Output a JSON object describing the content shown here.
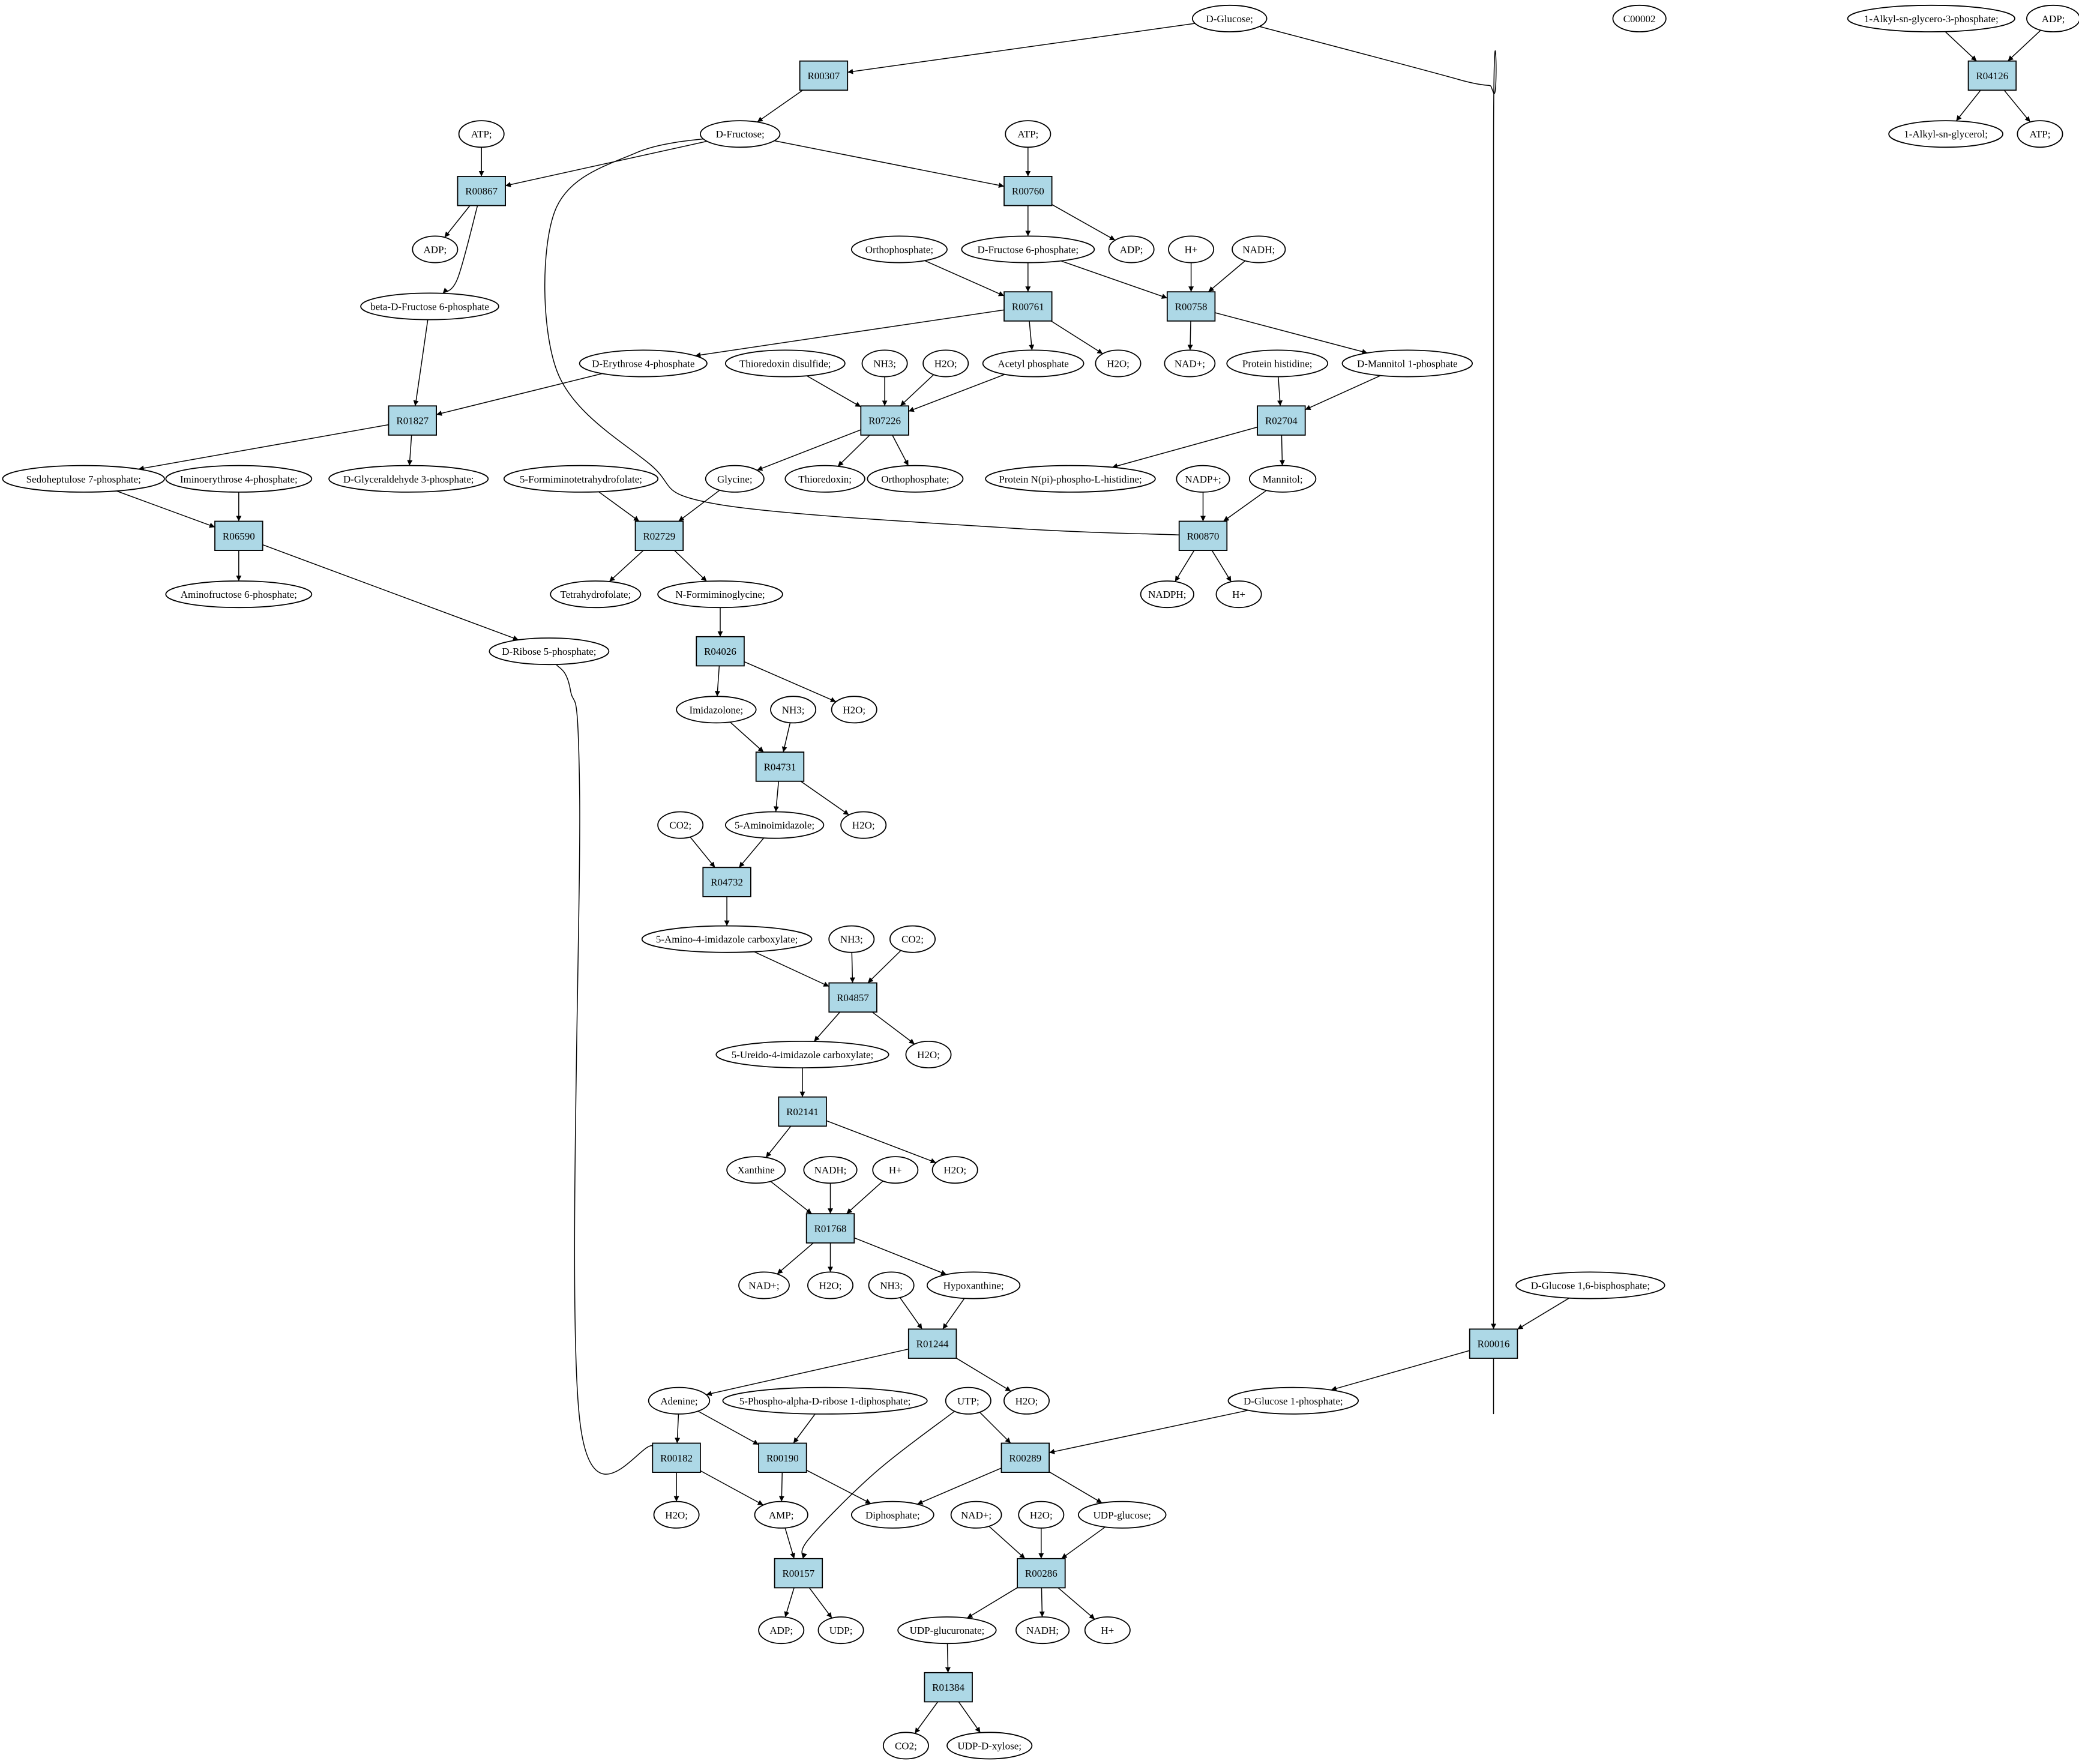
{
  "colors": {
    "reaction_fill": "#add8e6",
    "metabolite_fill": "#ffffff",
    "start_fill": "#00ff00",
    "isolated_fill": "#ffff00",
    "stroke": "#000000"
  },
  "nodes": {
    "dglucose": {
      "label": "D-Glucose;",
      "kind": "start"
    },
    "c00002": {
      "label": "C00002",
      "kind": "isolated"
    },
    "alkyl3p": {
      "label": "1-Alkyl-sn-glycero-3-phosphate;",
      "kind": "metabolite"
    },
    "adp_a": {
      "label": "ADP;",
      "kind": "metabolite"
    },
    "R04126": {
      "label": "R04126",
      "kind": "reaction"
    },
    "alkylgly": {
      "label": "1-Alkyl-sn-glycerol;",
      "kind": "metabolite"
    },
    "atp_a": {
      "label": "ATP;",
      "kind": "metabolite"
    },
    "R00307": {
      "label": "R00307",
      "kind": "reaction"
    },
    "dfructose": {
      "label": "D-Fructose;",
      "kind": "metabolite"
    },
    "atp1": {
      "label": "ATP;",
      "kind": "metabolite"
    },
    "atp2": {
      "label": "ATP;",
      "kind": "metabolite"
    },
    "R00867": {
      "label": "R00867",
      "kind": "reaction"
    },
    "R00760": {
      "label": "R00760",
      "kind": "reaction"
    },
    "adp1": {
      "label": "ADP;",
      "kind": "metabolite"
    },
    "adp2": {
      "label": "ADP;",
      "kind": "metabolite"
    },
    "bdf6p": {
      "label": "beta-D-Fructose 6-phosphate",
      "kind": "metabolite"
    },
    "df6p": {
      "label": "D-Fructose 6-phosphate;",
      "kind": "metabolite"
    },
    "orthoA": {
      "label": "Orthophosphate;",
      "kind": "metabolite"
    },
    "hplus1": {
      "label": "H+",
      "kind": "metabolite"
    },
    "nadh1": {
      "label": "NADH;",
      "kind": "metabolite"
    },
    "R00761": {
      "label": "R00761",
      "kind": "reaction"
    },
    "R00758": {
      "label": "R00758",
      "kind": "reaction"
    },
    "de4p": {
      "label": "D-Erythrose 4-phosphate",
      "kind": "metabolite"
    },
    "thiodis": {
      "label": "Thioredoxin disulfide;",
      "kind": "metabolite"
    },
    "nh3a": {
      "label": "NH3;",
      "kind": "metabolite"
    },
    "h2oa": {
      "label": "H2O;",
      "kind": "metabolite"
    },
    "acetylp": {
      "label": "Acetyl phosphate",
      "kind": "metabolite"
    },
    "h2ob": {
      "label": "H2O;",
      "kind": "metabolite"
    },
    "nadplus1": {
      "label": "NAD+;",
      "kind": "metabolite"
    },
    "prothis": {
      "label": "Protein histidine;",
      "kind": "metabolite"
    },
    "dmannitol1p": {
      "label": "D-Mannitol 1-phosphate",
      "kind": "metabolite"
    },
    "R01827": {
      "label": "R01827",
      "kind": "reaction"
    },
    "R07226": {
      "label": "R07226",
      "kind": "reaction"
    },
    "R02704": {
      "label": "R02704",
      "kind": "reaction"
    },
    "sedo7p": {
      "label": "Sedoheptulose 7-phosphate;",
      "kind": "metabolite"
    },
    "imino4p": {
      "label": "Iminoerythrose 4-phosphate;",
      "kind": "metabolite"
    },
    "dg3p": {
      "label": "D-Glyceraldehyde 3-phosphate;",
      "kind": "metabolite"
    },
    "formthf": {
      "label": "5-Formiminotetrahydrofolate;",
      "kind": "metabolite"
    },
    "glycine": {
      "label": "Glycine;",
      "kind": "metabolite"
    },
    "thioredoxin": {
      "label": "Thioredoxin;",
      "kind": "metabolite"
    },
    "orthoB": {
      "label": "Orthophosphate;",
      "kind": "metabolite"
    },
    "protnpi": {
      "label": "Protein N(pi)-phospho-L-histidine;",
      "kind": "metabolite"
    },
    "nadpplus": {
      "label": "NADP+;",
      "kind": "metabolite"
    },
    "mannitol": {
      "label": "Mannitol;",
      "kind": "metabolite"
    },
    "R06590": {
      "label": "R06590",
      "kind": "reaction"
    },
    "R02729": {
      "label": "R02729",
      "kind": "reaction"
    },
    "R00870": {
      "label": "R00870",
      "kind": "reaction"
    },
    "aminofru6p": {
      "label": "Aminofructose 6-phosphate;",
      "kind": "metabolite"
    },
    "thf": {
      "label": "Tetrahydrofolate;",
      "kind": "metabolite"
    },
    "nformgly": {
      "label": "N-Formiminoglycine;",
      "kind": "metabolite"
    },
    "nadph": {
      "label": "NADPH;",
      "kind": "metabolite"
    },
    "hplus2": {
      "label": "H+",
      "kind": "metabolite"
    },
    "dribose5p": {
      "label": "D-Ribose 5-phosphate;",
      "kind": "metabolite"
    },
    "R04026": {
      "label": "R04026",
      "kind": "reaction"
    },
    "imidazolone": {
      "label": "Imidazolone;",
      "kind": "metabolite"
    },
    "nh3b": {
      "label": "NH3;",
      "kind": "metabolite"
    },
    "h2oc": {
      "label": "H2O;",
      "kind": "metabolite"
    },
    "R04731": {
      "label": "R04731",
      "kind": "reaction"
    },
    "co2a": {
      "label": "CO2;",
      "kind": "metabolite"
    },
    "aminoimid": {
      "label": "5-Aminoimidazole;",
      "kind": "metabolite"
    },
    "h2od": {
      "label": "H2O;",
      "kind": "metabolite"
    },
    "R04732": {
      "label": "R04732",
      "kind": "reaction"
    },
    "aicarbox": {
      "label": "5-Amino-4-imidazole carboxylate;",
      "kind": "metabolite"
    },
    "nh3c": {
      "label": "NH3;",
      "kind": "metabolite"
    },
    "co2b": {
      "label": "CO2;",
      "kind": "metabolite"
    },
    "R04857": {
      "label": "R04857",
      "kind": "reaction"
    },
    "ureido": {
      "label": "5-Ureido-4-imidazole carboxylate;",
      "kind": "metabolite"
    },
    "h2oe": {
      "label": "H2O;",
      "kind": "metabolite"
    },
    "R02141": {
      "label": "R02141",
      "kind": "reaction"
    },
    "xanthine": {
      "label": "Xanthine",
      "kind": "metabolite"
    },
    "nadh2": {
      "label": "NADH;",
      "kind": "metabolite"
    },
    "hplus3": {
      "label": "H+",
      "kind": "metabolite"
    },
    "h2of": {
      "label": "H2O;",
      "kind": "metabolite"
    },
    "R01768": {
      "label": "R01768",
      "kind": "reaction"
    },
    "nadplus2": {
      "label": "NAD+;",
      "kind": "metabolite"
    },
    "h2og": {
      "label": "H2O;",
      "kind": "metabolite"
    },
    "nh3d": {
      "label": "NH3;",
      "kind": "metabolite"
    },
    "hypox": {
      "label": "Hypoxanthine;",
      "kind": "metabolite"
    },
    "dg16bp": {
      "label": "D-Glucose 1,6-bisphosphate;",
      "kind": "metabolite"
    },
    "R01244": {
      "label": "R01244",
      "kind": "reaction"
    },
    "R00016": {
      "label": "R00016",
      "kind": "reaction"
    },
    "adenine": {
      "label": "Adenine;",
      "kind": "metabolite"
    },
    "prpp": {
      "label": "5-Phospho-alpha-D-ribose 1-diphosphate;",
      "kind": "metabolite"
    },
    "utp": {
      "label": "UTP;",
      "kind": "metabolite"
    },
    "h2oh": {
      "label": "H2O;",
      "kind": "metabolite"
    },
    "dg1p": {
      "label": "D-Glucose 1-phosphate;",
      "kind": "metabolite"
    },
    "R00182": {
      "label": "R00182",
      "kind": "reaction"
    },
    "R00190": {
      "label": "R00190",
      "kind": "reaction"
    },
    "R00289": {
      "label": "R00289",
      "kind": "reaction"
    },
    "h2oi": {
      "label": "H2O;",
      "kind": "metabolite"
    },
    "amp": {
      "label": "AMP;",
      "kind": "metabolite"
    },
    "diphos": {
      "label": "Diphosphate;",
      "kind": "metabolite"
    },
    "nadplus3": {
      "label": "NAD+;",
      "kind": "metabolite"
    },
    "h2oj": {
      "label": "H2O;",
      "kind": "metabolite"
    },
    "udpglucose": {
      "label": "UDP-glucose;",
      "kind": "metabolite"
    },
    "R00157": {
      "label": "R00157",
      "kind": "reaction"
    },
    "R00286": {
      "label": "R00286",
      "kind": "reaction"
    },
    "adp3": {
      "label": "ADP;",
      "kind": "metabolite"
    },
    "udp": {
      "label": "UDP;",
      "kind": "metabolite"
    },
    "udpgluc": {
      "label": "UDP-glucuronate;",
      "kind": "metabolite"
    },
    "nadh3": {
      "label": "NADH;",
      "kind": "metabolite"
    },
    "hplus4": {
      "label": "H+",
      "kind": "metabolite"
    },
    "R01384": {
      "label": "R01384",
      "kind": "reaction"
    },
    "co2c": {
      "label": "CO2;",
      "kind": "metabolite"
    },
    "udpxylose": {
      "label": "UDP-D-xylose;",
      "kind": "metabolite"
    }
  },
  "edges": [
    [
      "dglucose",
      "R00307"
    ],
    [
      "dglucose",
      "R00016"
    ],
    [
      "alkyl3p",
      "R04126"
    ],
    [
      "adp_a",
      "R04126"
    ],
    [
      "R04126",
      "alkylgly"
    ],
    [
      "R04126",
      "atp_a"
    ],
    [
      "R00307",
      "dfructose"
    ],
    [
      "dfructose",
      "R00867"
    ],
    [
      "atp1",
      "R00867"
    ],
    [
      "R00867",
      "adp1"
    ],
    [
      "R00867",
      "bdf6p"
    ],
    [
      "dfructose",
      "R00760"
    ],
    [
      "atp2",
      "R00760"
    ],
    [
      "R00760",
      "adp2"
    ],
    [
      "R00760",
      "df6p"
    ],
    [
      "df6p",
      "R00761"
    ],
    [
      "orthoA",
      "R00761"
    ],
    [
      "R00761",
      "de4p"
    ],
    [
      "R00761",
      "acetylp"
    ],
    [
      "R00761",
      "h2ob"
    ],
    [
      "df6p",
      "R00758"
    ],
    [
      "hplus1",
      "R00758"
    ],
    [
      "nadh1",
      "R00758"
    ],
    [
      "R00758",
      "nadplus1"
    ],
    [
      "R00758",
      "dmannitol1p"
    ],
    [
      "bdf6p",
      "R01827"
    ],
    [
      "de4p",
      "R01827"
    ],
    [
      "R01827",
      "sedo7p"
    ],
    [
      "R01827",
      "dg3p"
    ],
    [
      "thiodis",
      "R07226"
    ],
    [
      "nh3a",
      "R07226"
    ],
    [
      "h2oa",
      "R07226"
    ],
    [
      "acetylp",
      "R07226"
    ],
    [
      "R07226",
      "glycine"
    ],
    [
      "R07226",
      "thioredoxin"
    ],
    [
      "R07226",
      "orthoB"
    ],
    [
      "prothis",
      "R02704"
    ],
    [
      "dmannitol1p",
      "R02704"
    ],
    [
      "R02704",
      "protnpi"
    ],
    [
      "R02704",
      "mannitol"
    ],
    [
      "sedo7p",
      "R06590"
    ],
    [
      "imino4p",
      "R06590"
    ],
    [
      "R06590",
      "aminofru6p"
    ],
    [
      "R06590",
      "dribose5p"
    ],
    [
      "formthf",
      "R02729"
    ],
    [
      "glycine",
      "R02729"
    ],
    [
      "R02729",
      "thf"
    ],
    [
      "R02729",
      "nformgly"
    ],
    [
      "nadpplus",
      "R00870"
    ],
    [
      "mannitol",
      "R00870"
    ],
    [
      "R00870",
      "nadph"
    ],
    [
      "R00870",
      "hplus2"
    ],
    [
      "R00870",
      "dfructose"
    ],
    [
      "nformgly",
      "R04026"
    ],
    [
      "R04026",
      "imidazolone"
    ],
    [
      "R04026",
      "h2oc"
    ],
    [
      "imidazolone",
      "R04731"
    ],
    [
      "nh3b",
      "R04731"
    ],
    [
      "R04731",
      "aminoimid"
    ],
    [
      "R04731",
      "h2od"
    ],
    [
      "co2a",
      "R04732"
    ],
    [
      "aminoimid",
      "R04732"
    ],
    [
      "R04732",
      "aicarbox"
    ],
    [
      "aicarbox",
      "R04857"
    ],
    [
      "nh3c",
      "R04857"
    ],
    [
      "co2b",
      "R04857"
    ],
    [
      "R04857",
      "ureido"
    ],
    [
      "R04857",
      "h2oe"
    ],
    [
      "ureido",
      "R02141"
    ],
    [
      "R02141",
      "xanthine"
    ],
    [
      "R02141",
      "h2of"
    ],
    [
      "xanthine",
      "R01768"
    ],
    [
      "nadh2",
      "R01768"
    ],
    [
      "hplus3",
      "R01768"
    ],
    [
      "R01768",
      "nadplus2"
    ],
    [
      "R01768",
      "h2og"
    ],
    [
      "R01768",
      "hypox"
    ],
    [
      "nh3d",
      "R01244"
    ],
    [
      "hypox",
      "R01244"
    ],
    [
      "R01244",
      "adenine"
    ],
    [
      "R01244",
      "h2oh"
    ],
    [
      "dg16bp",
      "R00016"
    ],
    [
      "R00016",
      "dg1p"
    ],
    [
      "dribose5p",
      "R00182"
    ],
    [
      "adenine",
      "R00182"
    ],
    [
      "R00182",
      "h2oi"
    ],
    [
      "R00182",
      "amp"
    ],
    [
      "adenine",
      "R00190"
    ],
    [
      "prpp",
      "R00190"
    ],
    [
      "R00190",
      "amp"
    ],
    [
      "R00190",
      "diphos"
    ],
    [
      "utp",
      "R00289"
    ],
    [
      "dg1p",
      "R00289"
    ],
    [
      "R00289",
      "diphos"
    ],
    [
      "R00289",
      "udpglucose"
    ],
    [
      "amp",
      "R00157"
    ],
    [
      "utp",
      "R00157"
    ],
    [
      "R00157",
      "adp3"
    ],
    [
      "R00157",
      "udp"
    ],
    [
      "nadplus3",
      "R00286"
    ],
    [
      "h2oj",
      "R00286"
    ],
    [
      "udpglucose",
      "R00286"
    ],
    [
      "R00286",
      "udpgluc"
    ],
    [
      "R00286",
      "nadh3"
    ],
    [
      "R00286",
      "hplus4"
    ],
    [
      "udpgluc",
      "R01384"
    ],
    [
      "R01384",
      "co2c"
    ],
    [
      "R01384",
      "udpxylose"
    ]
  ]
}
